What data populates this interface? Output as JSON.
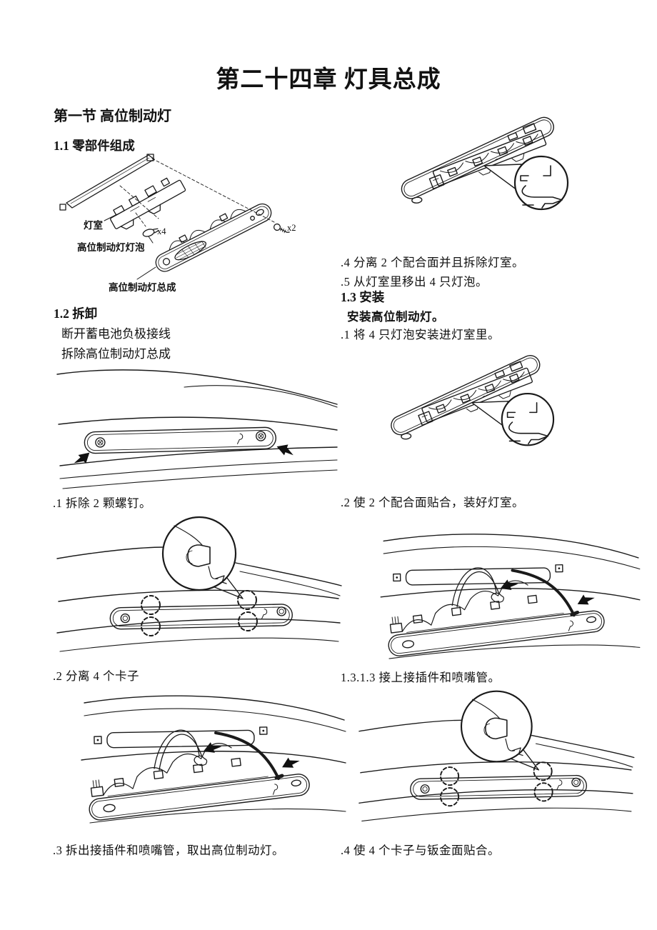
{
  "page": {
    "title": "第二十四章 灯具总成"
  },
  "section": {
    "heading": "第一节 高位制动灯"
  },
  "parts": {
    "heading": "1.1 零部件组成",
    "labels": {
      "chamber": "灯室",
      "bulb_qty": "x4",
      "bulb": "高位制动灯灯泡",
      "screw_qty": "x2",
      "assembly": "高位制动灯总成"
    }
  },
  "removal": {
    "heading": "1.2 拆卸",
    "notes": [
      "断开蓄电池负极接线",
      "拆除高位制动灯总成"
    ],
    "steps": [
      ".1 拆除 2 颗螺钉。",
      ".2 分离 4 个卡子",
      ".3 拆出接插件和喷嘴管，取出高位制动灯。",
      ".4 分离 2 个配合面并且拆除灯室。",
      ".5 从灯室里移出 4 只灯泡。"
    ]
  },
  "install": {
    "heading": "1.3 安装",
    "intro": "安装高位制动灯。",
    "steps": [
      ".1 将 4 只灯泡安装进灯室里。",
      ".2 使 2 个配合面贴合，装好灯室。",
      "1.3.1.3 接上接插件和喷嘴管。",
      ".4 使 4 个卡子与钣金面贴合。"
    ]
  }
}
